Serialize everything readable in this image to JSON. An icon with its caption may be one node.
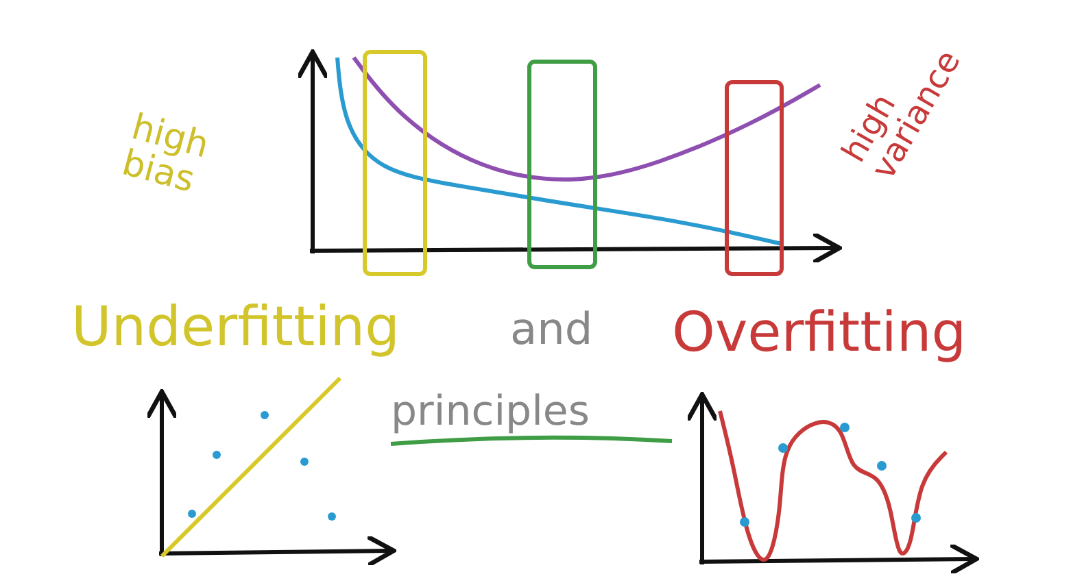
{
  "diagram": {
    "labels": [
      "high bias",
      "high variance",
      "Underfitting",
      "and",
      "Overfitting",
      "principles"
    ]
  }
}
